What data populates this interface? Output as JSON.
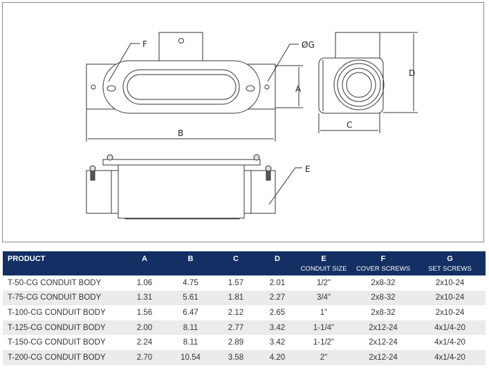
{
  "drawing": {
    "labels": {
      "F": "F",
      "G": "ØG",
      "A": "A",
      "B": "B",
      "C": "C",
      "D": "D",
      "E": "E"
    }
  },
  "table": {
    "headers": [
      {
        "label": "PRODUCT",
        "sub": ""
      },
      {
        "label": "A",
        "sub": ""
      },
      {
        "label": "B",
        "sub": ""
      },
      {
        "label": "C",
        "sub": ""
      },
      {
        "label": "D",
        "sub": ""
      },
      {
        "label": "E",
        "sub": "CONDUIT SIZE"
      },
      {
        "label": "F",
        "sub": "COVER SCREWS"
      },
      {
        "label": "G",
        "sub": "SET SCREWS"
      }
    ],
    "rows": [
      [
        "T-50-CG CONDUIT BODY",
        "1.06",
        "4.75",
        "1.57",
        "2.01",
        "1/2\"",
        "2x8-32",
        "2x10-24"
      ],
      [
        "T-75-CG CONDUIT BODY",
        "1.31",
        "5.61",
        "1.81",
        "2.27",
        "3/4\"",
        "2x8-32",
        "2x10-24"
      ],
      [
        "T-100-CG CONDUIT BODY",
        "1.56",
        "6.47",
        "2.12",
        "2.65",
        "1\"",
        "2x8-32",
        "2x10-24"
      ],
      [
        "T-125-CG CONDUIT BODY",
        "2.00",
        "8.11",
        "2.77",
        "3.42",
        "1-1/4\"",
        "2x12-24",
        "4x1/4-20"
      ],
      [
        "T-150-CG CONDUIT BODY",
        "2.24",
        "8.11",
        "2.89",
        "3.42",
        "1-1/2\"",
        "2x12-24",
        "4x1/4-20"
      ],
      [
        "T-200-CG CONDUIT BODY",
        "2.70",
        "10.54",
        "3.58",
        "4.20",
        "2\"",
        "2x12-24",
        "4x1/4-20"
      ]
    ]
  }
}
